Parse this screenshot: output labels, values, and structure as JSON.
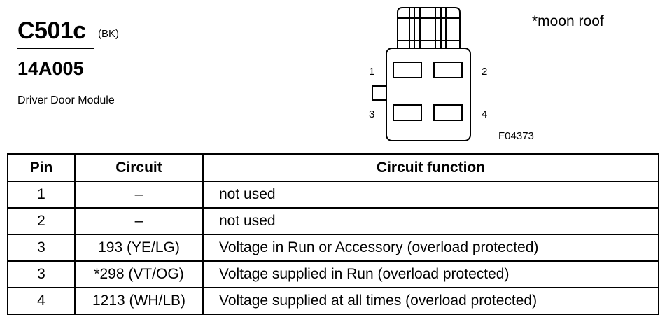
{
  "header": {
    "connector_id": "C501c",
    "color_code": "(BK)",
    "part_number": "14A005",
    "description": "Driver Door Module"
  },
  "note": "*moon roof",
  "diagram": {
    "pin_labels": [
      "1",
      "2",
      "3",
      "4"
    ],
    "figure_code": "F04373"
  },
  "table": {
    "headers": [
      "Pin",
      "Circuit",
      "Circuit function"
    ],
    "rows": [
      {
        "pin": "1",
        "circuit": "–",
        "function": "not used"
      },
      {
        "pin": "2",
        "circuit": "–",
        "function": "not used"
      },
      {
        "pin": "3",
        "circuit": "193 (YE/LG)",
        "function": "Voltage in Run or Accessory (overload protected)"
      },
      {
        "pin": "3",
        "circuit": "*298 (VT/OG)",
        "function": "Voltage supplied in Run (overload protected)"
      },
      {
        "pin": "4",
        "circuit": "1213 (WH/LB)",
        "function": "Voltage supplied at all times (overload protected)"
      }
    ]
  }
}
